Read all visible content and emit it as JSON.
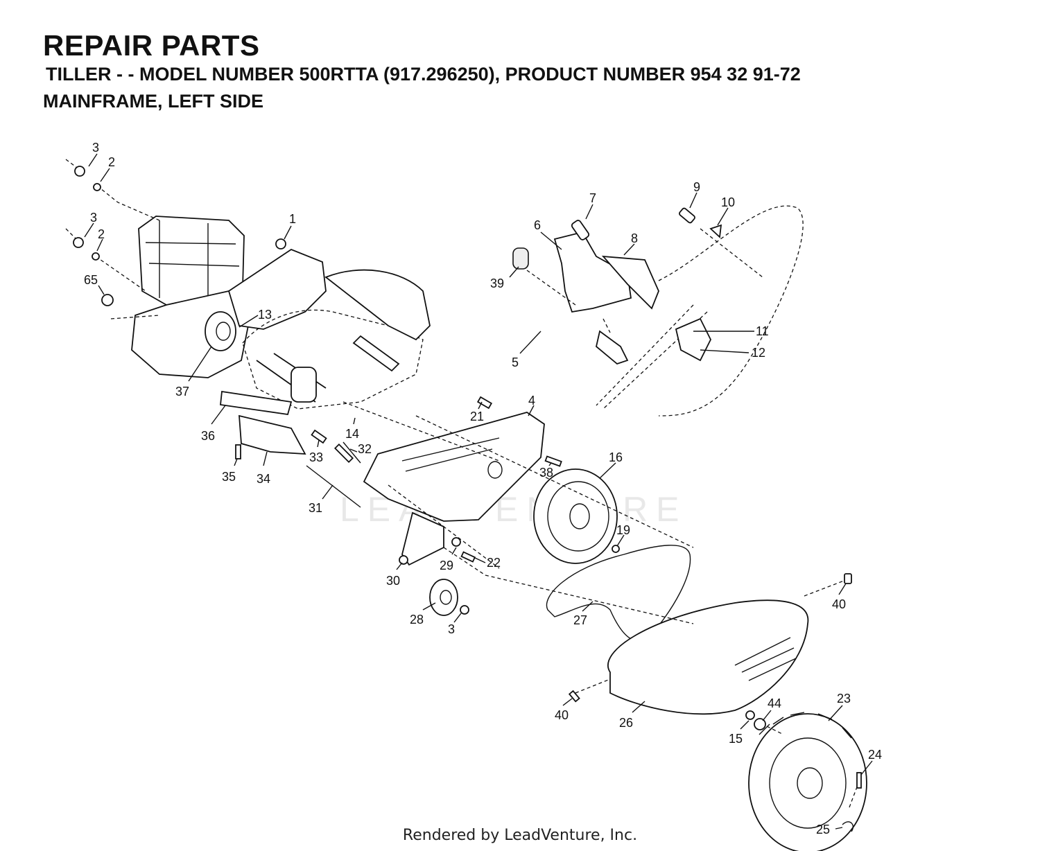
{
  "header": {
    "title": "REPAIR PARTS",
    "subtitle": "TILLER - - MODEL NUMBER 500RTTA (917.296250), PRODUCT NUMBER 954 32 91-72",
    "section": "MAINFRAME, LEFT SIDE"
  },
  "watermark": "LEADVENTURE",
  "footer": "Rendered by LeadVenture, Inc.",
  "callouts": [
    {
      "id": "c-3a",
      "label": "3"
    },
    {
      "id": "c-2a",
      "label": "2"
    },
    {
      "id": "c-3b",
      "label": "3"
    },
    {
      "id": "c-2b",
      "label": "2"
    },
    {
      "id": "c-65",
      "label": "65"
    },
    {
      "id": "c-1",
      "label": "1"
    },
    {
      "id": "c-13",
      "label": "13"
    },
    {
      "id": "c-37",
      "label": "37"
    },
    {
      "id": "c-36",
      "label": "36"
    },
    {
      "id": "c-35",
      "label": "35"
    },
    {
      "id": "c-34",
      "label": "34"
    },
    {
      "id": "c-33",
      "label": "33"
    },
    {
      "id": "c-14",
      "label": "14"
    },
    {
      "id": "c-32",
      "label": "32"
    },
    {
      "id": "c-31",
      "label": "31"
    },
    {
      "id": "c-7",
      "label": "7"
    },
    {
      "id": "c-6",
      "label": "6"
    },
    {
      "id": "c-8",
      "label": "8"
    },
    {
      "id": "c-39",
      "label": "39"
    },
    {
      "id": "c-5",
      "label": "5"
    },
    {
      "id": "c-9",
      "label": "9"
    },
    {
      "id": "c-10",
      "label": "10"
    },
    {
      "id": "c-11",
      "label": "11"
    },
    {
      "id": "c-12",
      "label": "12"
    },
    {
      "id": "c-4",
      "label": "4"
    },
    {
      "id": "c-21",
      "label": "21"
    },
    {
      "id": "c-38",
      "label": "38"
    },
    {
      "id": "c-16",
      "label": "16"
    },
    {
      "id": "c-19",
      "label": "19"
    },
    {
      "id": "c-22",
      "label": "22"
    },
    {
      "id": "c-29",
      "label": "29"
    },
    {
      "id": "c-30",
      "label": "30"
    },
    {
      "id": "c-28",
      "label": "28"
    },
    {
      "id": "c-3c",
      "label": "3"
    },
    {
      "id": "c-27",
      "label": "27"
    },
    {
      "id": "c-40a",
      "label": "40"
    },
    {
      "id": "c-40b",
      "label": "40"
    },
    {
      "id": "c-26",
      "label": "26"
    },
    {
      "id": "c-15",
      "label": "15"
    },
    {
      "id": "c-44",
      "label": "44"
    },
    {
      "id": "c-23",
      "label": "23"
    },
    {
      "id": "c-24",
      "label": "24"
    },
    {
      "id": "c-25",
      "label": "25"
    }
  ]
}
